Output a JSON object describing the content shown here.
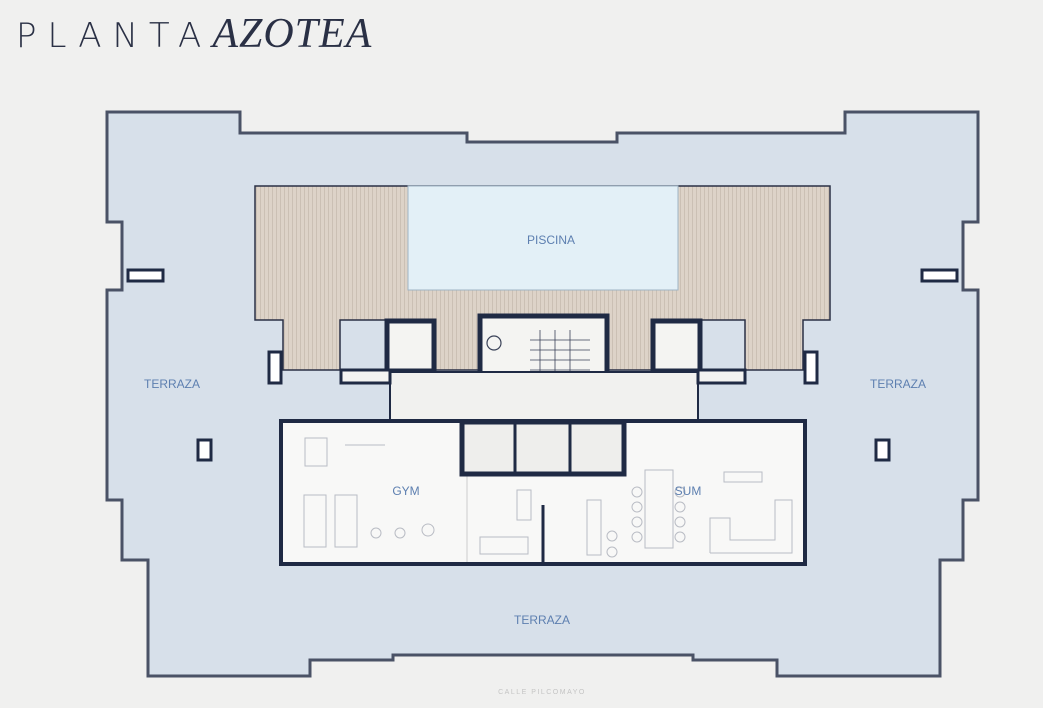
{
  "title": {
    "regular": "PLANTA",
    "italic": "AZOTEA"
  },
  "rooms": {
    "pool": "PISCINA",
    "terrace_left": "TERRAZA",
    "terrace_right": "TERRAZA",
    "terrace_bottom": "TERRAZA",
    "gym": "GYM",
    "sum": "SUM"
  },
  "street": "CALLE PILCOMAYO",
  "colors": {
    "terrace": "#d7e0ea",
    "wall": "#1f2a44",
    "pool": "#e3f0f7",
    "deck": "#ddd3c8",
    "interior": "#f4f4f2",
    "label": "#5d7fb0"
  }
}
